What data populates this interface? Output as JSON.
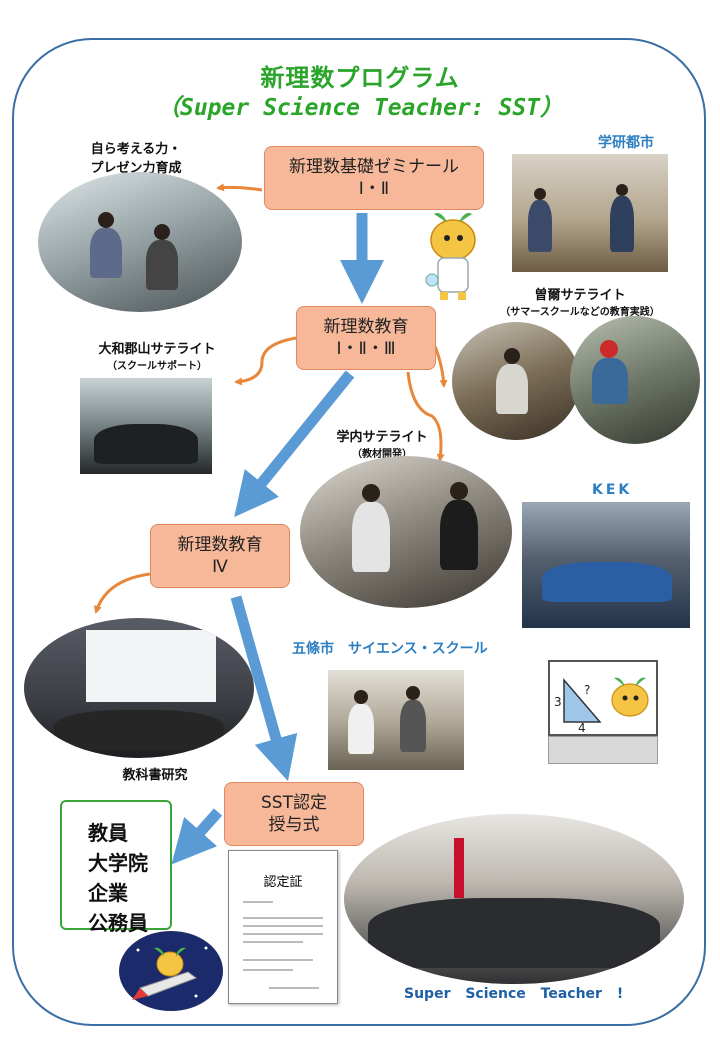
{
  "title": {
    "line1": "新理数プログラム",
    "line2": "（Super  Science Teacher: SST）"
  },
  "boxes": {
    "seminar": [
      "新理数基礎ゼミナール",
      "Ⅰ・Ⅱ"
    ],
    "edu123": [
      "新理数教育",
      "Ⅰ・Ⅱ・Ⅲ"
    ],
    "edu4": [
      "新理数教育",
      "Ⅳ"
    ],
    "ceremony": [
      "SST認定",
      "授与式"
    ]
  },
  "labels": {
    "skills": [
      "自ら考える力・",
      "プレゼン力育成"
    ],
    "gakken": "学研都市",
    "soni_main": "曽爾サテライト",
    "soni_sub": "（サマースクールなどの教育実践）",
    "yamato_main": "大和郡山サテライト",
    "yamato_sub": "（スクールサポート）",
    "campus_main": "学内サテライト",
    "campus_sub": "（教材開発）",
    "kek": "KEK",
    "gojo": "五條市　サイエンス・スクール",
    "textbook": "教科書研究",
    "sst_tagline": "Super  Science  Teacher !"
  },
  "careers": [
    "教員",
    "大学院",
    "企業",
    "公務員"
  ],
  "certificate": {
    "title": "認定証"
  },
  "colors": {
    "frame": "#3a6ea5",
    "title": "#2aa52a",
    "box_fill": "#f7b89a",
    "box_border": "#e2885e",
    "blue_arrow": "#5b9bd5",
    "orange_arrow": "#e8873a",
    "blue_text": "#2d7fc1"
  },
  "icons": [
    "mascot-icon",
    "rocket-mascot-icon",
    "scroll-icon",
    "whiteboard-mascot-icon"
  ]
}
